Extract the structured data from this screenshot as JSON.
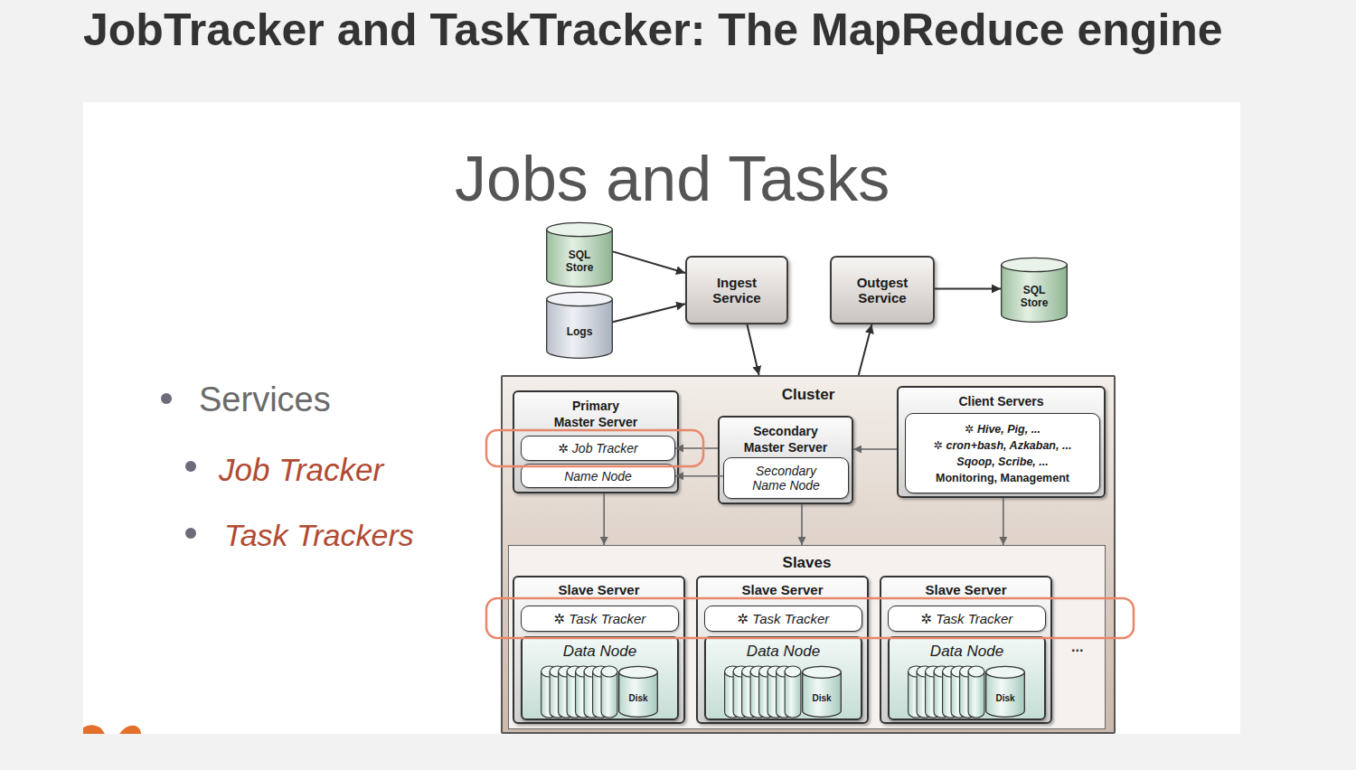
{
  "diagram": {
    "title": "JobTracker and TaskTracker: The MapReduce engine",
    "nodes": [
      {
        "text": [
          "SQL Store"
        ]
      },
      {
        "text": [
          "Logs"
        ]
      },
      {
        "text": [
          "Ingest Service"
        ]
      },
      {
        "text": [
          "Outgest Service"
        ]
      },
      {
        "text": [
          "SQL Store"
        ]
      },
      {
        "text": [
          "Cluster"
        ]
      },
      {
        "text": [
          "Primary Master Server"
        ],
        "in": 5
      },
      {
        "text": [
          "✲ Job Tracker"
        ],
        "in": 6
      },
      {
        "text": [
          "Name Node"
        ],
        "in": 6
      },
      {
        "text": [
          "Secondary Master Server"
        ],
        "in": 5
      },
      {
        "text": [
          "Secondary Name Node"
        ],
        "in": 9
      },
      {
        "text": [
          "Client Servers"
        ],
        "in": 5
      },
      {
        "text": [
          "✲ Hive, Pig, ...",
          "✲ cron+bash, Azkaban, ...",
          "Sqoop, Scribe, ...",
          "Monitoring, Management"
        ],
        "in": 11
      },
      {
        "text": [
          "Slaves"
        ],
        "in": 5
      },
      {
        "text": [
          "Slave Server"
        ],
        "in": 13
      },
      {
        "text": [
          "✲ Task Tracker"
        ],
        "in": 14
      },
      {
        "text": [
          "Data Node"
        ],
        "in": 14
      },
      {
        "text": [
          "Disk"
        ],
        "in": 16
      },
      {
        "text": [
          "Slave Server"
        ],
        "in": 13
      },
      {
        "text": [
          "✲ Task Tracker"
        ],
        "in": 18
      },
      {
        "text": [
          "Data Node"
        ],
        "in": 18
      },
      {
        "text": [
          "Disk"
        ],
        "in": 20
      },
      {
        "text": [
          "Slave Server"
        ],
        "in": 13
      },
      {
        "text": [
          "✲ Task Tracker"
        ],
        "in": 22
      },
      {
        "text": [
          "Data Node"
        ],
        "in": 22
      },
      {
        "text": [
          "Disk"
        ],
        "in": 24
      }
    ],
    "edges": [
      {
        "from": 0,
        "to": 2,
        "arrow": "to"
      },
      {
        "from": 1,
        "to": 2,
        "arrow": "to"
      },
      {
        "from": 2,
        "to": 5,
        "arrow": "to"
      },
      {
        "from": 5,
        "to": 3,
        "arrow": "to"
      },
      {
        "from": 3,
        "to": 4,
        "arrow": "to"
      },
      {
        "from": 9,
        "to": 7,
        "arrow": "to"
      },
      {
        "from": 10,
        "to": 8,
        "arrow": "to"
      },
      {
        "from": 11,
        "to": 9,
        "arrow": "to"
      },
      {
        "from": 6,
        "to": 13,
        "arrow": "to"
      },
      {
        "from": 9,
        "to": 13,
        "arrow": "to"
      },
      {
        "from": 11,
        "to": 13,
        "arrow": "to"
      }
    ],
    "labels": [
      "Jobs and Tasks",
      "Services",
      "Job Tracker",
      "Task Trackers",
      "..."
    ]
  }
}
